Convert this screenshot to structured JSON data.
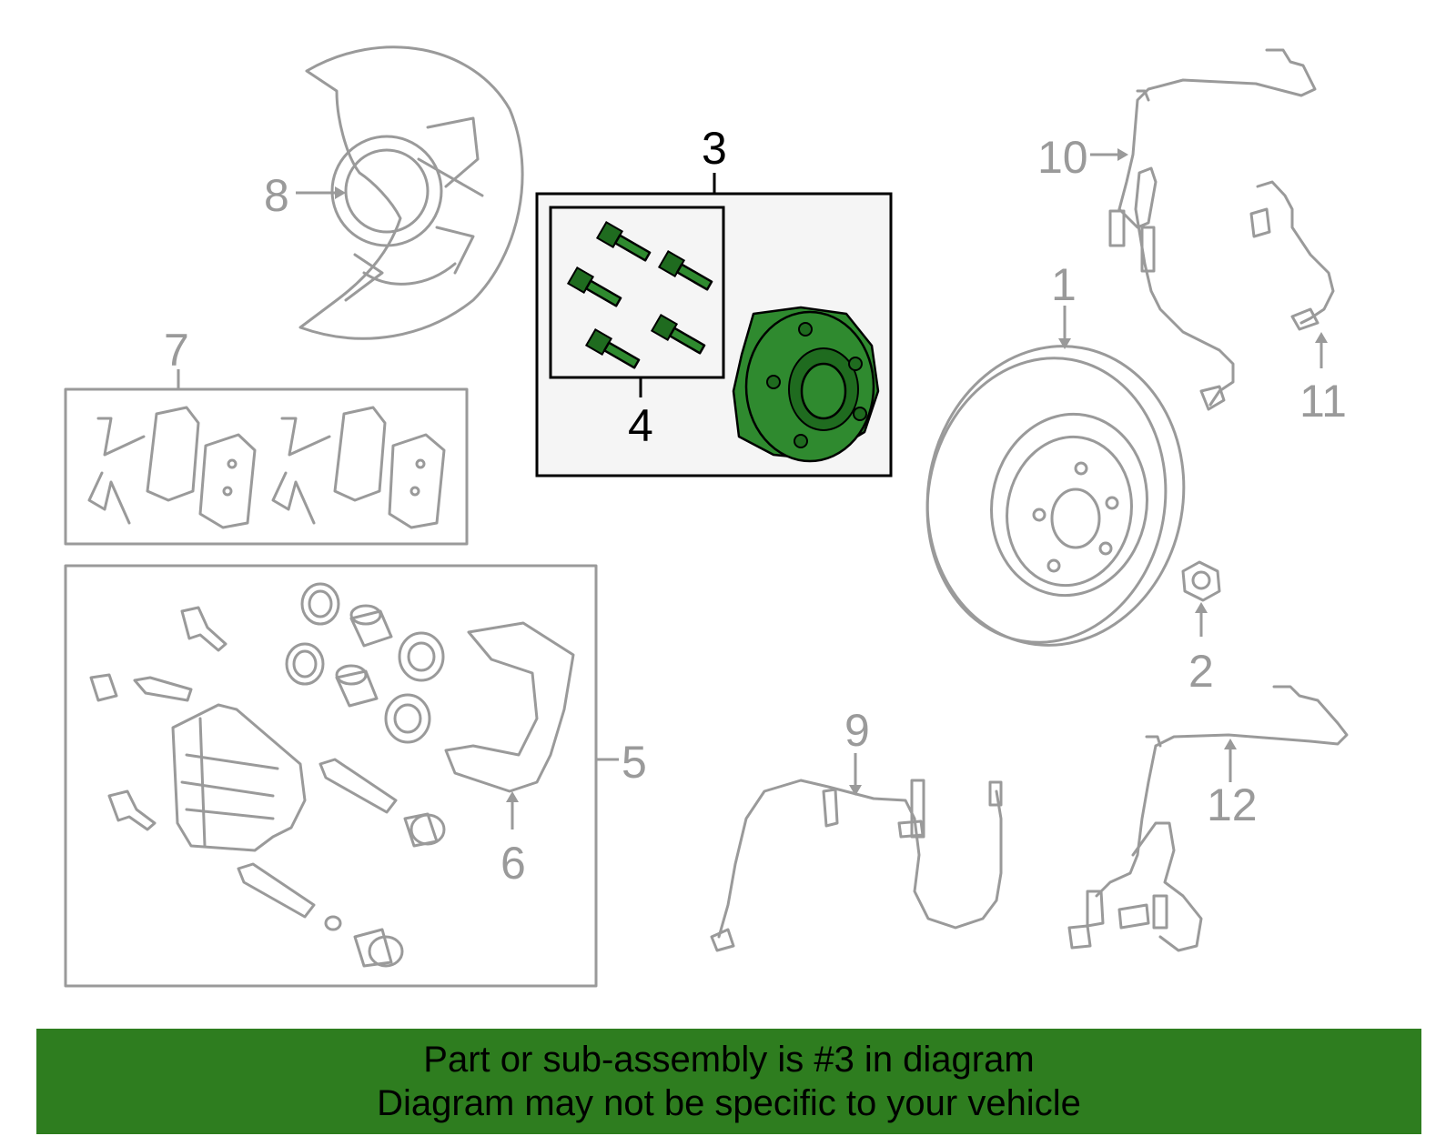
{
  "callouts": {
    "c1": "1",
    "c2": "2",
    "c3": "3",
    "c4": "4",
    "c5": "5",
    "c6": "6",
    "c7": "7",
    "c8": "8",
    "c9": "9",
    "c10": "10",
    "c11": "11",
    "c12": "12"
  },
  "banner": {
    "line1": "Part or sub-assembly is #3 in diagram",
    "line2": "Diagram may not be specific to your vehicle"
  },
  "colors": {
    "highlight": "#2f8a2f",
    "banner": "#2e7d1f",
    "outline": "#9a9a9a"
  }
}
